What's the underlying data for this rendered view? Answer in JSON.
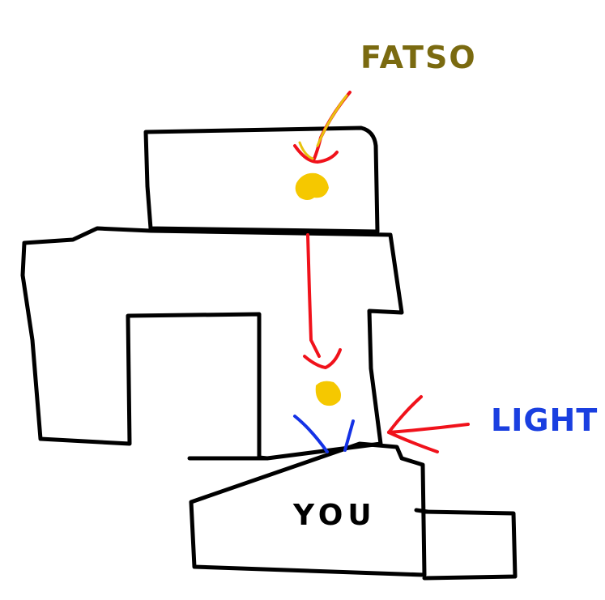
{
  "labels": {
    "fatso": "FATSO",
    "light": "LIGHT",
    "you": "YOU"
  },
  "colors": {
    "fatso_label": "#7a6a10",
    "light_label": "#1a3fe0",
    "arrow": "#f0121b",
    "light_rays": "#1432e6",
    "figure": "#f5c800",
    "walls": "#000000",
    "background": "#ffffff"
  }
}
